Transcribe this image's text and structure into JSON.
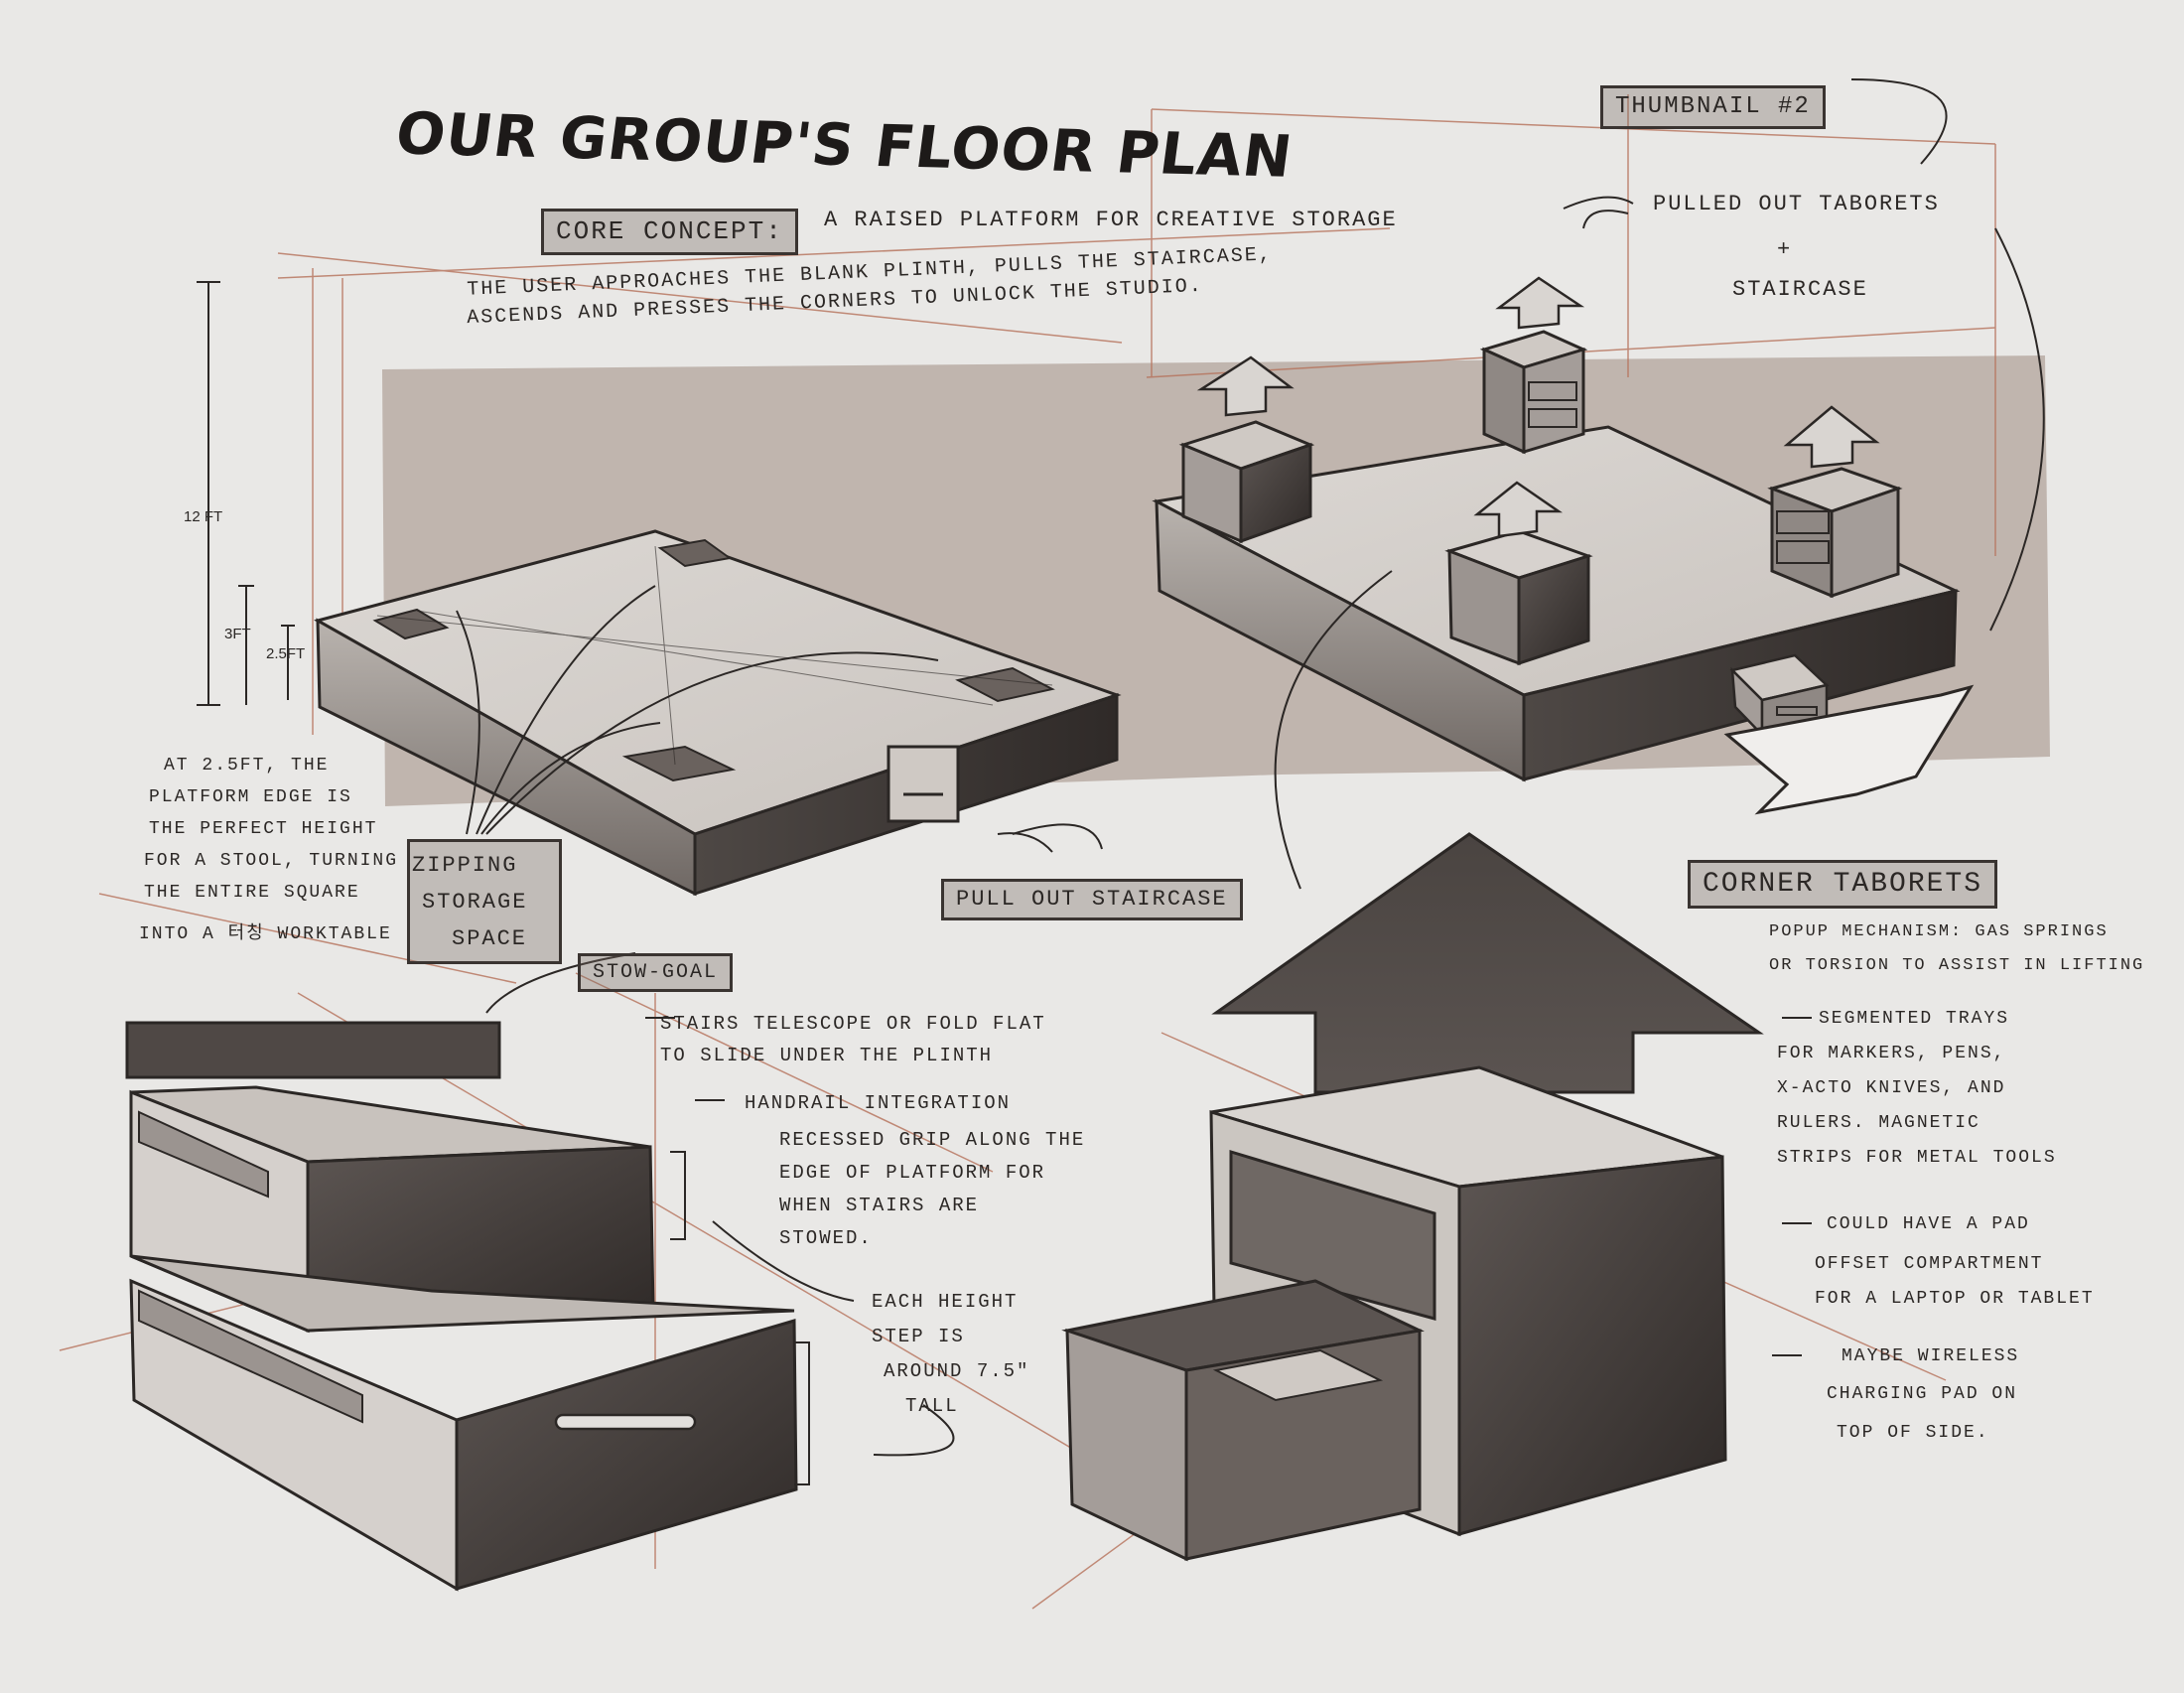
{
  "title": "OUR GROUP'S FLOOR PLAN",
  "core_concept": {
    "label": "CORE CONCEPT:",
    "text": "A RAISED PLATFORM FOR CREATIVE STORAGE",
    "description_line1": "THE USER APPROACHES THE BLANK PLINTH, PULLS THE STAIRCASE,",
    "description_line2": "ASCENDS AND PRESSES THE CORNERS TO UNLOCK THE STUDIO."
  },
  "thumbnail_label": "THUMBNAIL #2",
  "pulled_out": {
    "line1": "PULLED OUT TABORETS",
    "line2": "+",
    "line3": "STAIRCASE"
  },
  "dimensions": {
    "total_height": "12 FT",
    "mid_height": "3FT",
    "platform_height": "2.5FT"
  },
  "platform_note": [
    "AT 2.5FT, THE",
    "PLATFORM EDGE IS",
    "THE PERFECT HEIGHT",
    "FOR A STOOL, TURNING",
    "THE ENTIRE SQUARE",
    "INTO A 터칭 WORKTABLE"
  ],
  "storage_label": [
    "ZIPPING",
    "STORAGE",
    "SPACE"
  ],
  "staircase_label": "PULL OUT STAIRCASE",
  "stow_goal": {
    "label": "STOW-GOAL",
    "note1_line1": "STAIRS TELESCOPE OR FOLD FLAT",
    "note1_line2": "TO SLIDE UNDER THE PLINTH",
    "note2": "HANDRAIL INTEGRATION",
    "note3_line1": "RECESSED GRIP ALONG THE",
    "note3_line2": "EDGE OF PLATFORM FOR",
    "note3_line3": "WHEN STAIRS ARE",
    "note3_line4": "STOWED."
  },
  "step_note": [
    "EACH HEIGHT",
    "STEP IS",
    "AROUND 7.5\"",
    "TALL"
  ],
  "corner_taborets": {
    "label": "CORNER TABORETS",
    "note1_line1": "POPUP MECHANISM: GAS SPRINGS",
    "note1_line2": "OR TORSION TO ASSIST IN LIFTING",
    "note2_line1": "SEGMENTED TRAYS",
    "note2_line2": "FOR MARKERS, PENS,",
    "note2_line3": "X-ACTO KNIVES, AND",
    "note2_line4": "RULERS. MAGNETIC",
    "note2_line5": "STRIPS FOR METAL TOOLS",
    "note3_line1": "COULD HAVE A PAD",
    "note3_line2": "OFFSET COMPARTMENT",
    "note3_line3": "FOR A LAPTOP OR TABLET",
    "note4_line1": "MAYBE WIRELESS",
    "note4_line2": "CHARGING PAD ON",
    "note4_line3": "TOP OF SIDE."
  },
  "colors": {
    "paper": "#e9e8e6",
    "graphite": "#3a3431",
    "sanguine": "#b5715a",
    "shade": "#7a6a63"
  }
}
